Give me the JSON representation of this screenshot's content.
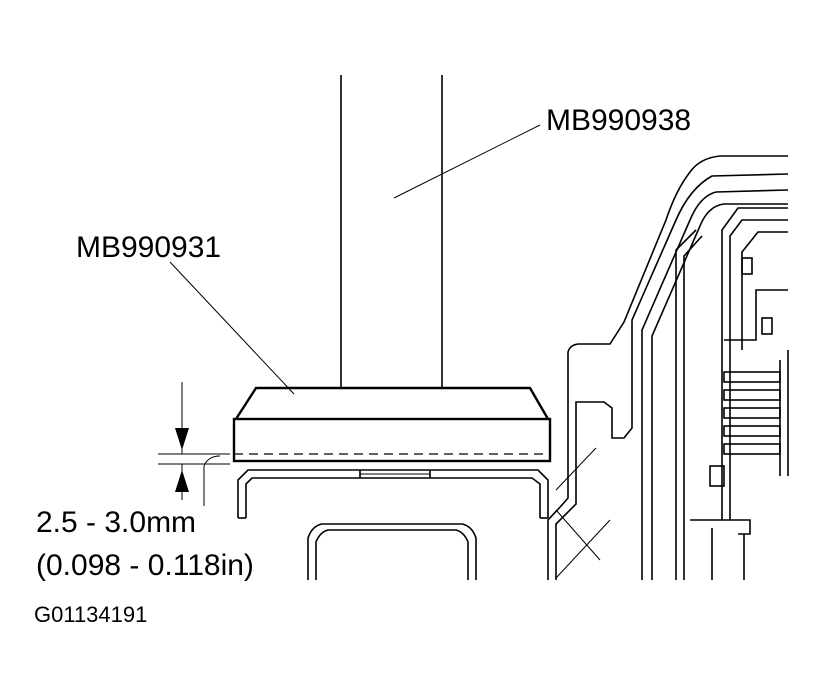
{
  "labels": {
    "tool_upper": "MB990938",
    "tool_lower": "MB990931",
    "dimension_mm": "2.5 - 3.0mm",
    "dimension_in": "(0.098 - 0.118in)",
    "figure_id": "G01134191"
  }
}
